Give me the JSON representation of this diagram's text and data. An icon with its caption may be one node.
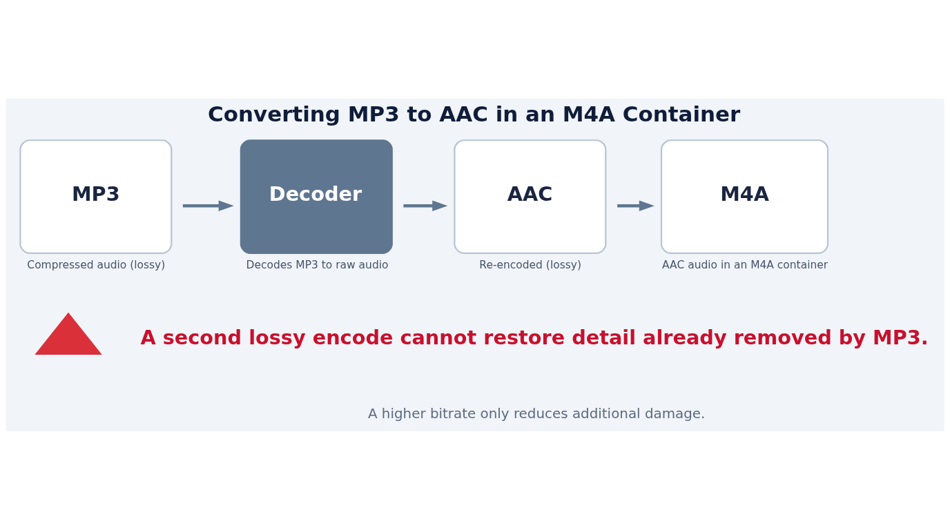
{
  "diagram": {
    "title": "Converting MP3 to AAC in an M4A Container",
    "nodes": [
      {
        "text": [
          "MP3"
        ],
        "beside": [
          "Compressed audio (lossy)"
        ]
      },
      {
        "text": [
          "Decoder"
        ],
        "beside": [
          "Decodes MP3 to raw audio"
        ]
      },
      {
        "text": [
          "AAC"
        ],
        "beside": [
          "Re-encoded (lossy)"
        ]
      },
      {
        "text": [
          "M4A"
        ],
        "beside": [
          "AAC audio in an M4A container"
        ]
      },
      {
        "text": [],
        "shape": "triangle"
      }
    ],
    "edges": [
      {
        "from": 0,
        "to": 1,
        "arrow": "to"
      },
      {
        "from": 1,
        "to": 2,
        "arrow": "to"
      },
      {
        "from": 2,
        "to": 3,
        "arrow": "to"
      }
    ],
    "labels": [
      "A second lossy encode cannot restore detail already removed by MP3.",
      "A higher bitrate only reduces additional damage."
    ]
  }
}
